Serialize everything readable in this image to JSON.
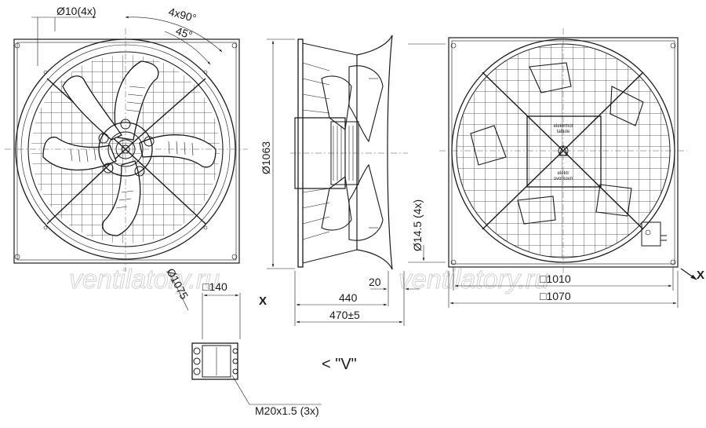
{
  "dimensions": {
    "bolt_hole": "Ø10(4x)",
    "angle_4x90": "4x90°",
    "angle_45": "45°",
    "ring_diameter": "Ø1063",
    "bolt_circle": "Ø1075",
    "terminal_box_width": "□140",
    "depth_440": "440",
    "flange_20": "20",
    "depth_470": "470±5",
    "slot_hole": "Ø14.5 (4x)",
    "inner_square": "□1010",
    "outer_square": "□1070",
    "cable_gland": "M20x1.5 (3x)"
  },
  "view_labels": {
    "x_left": "X",
    "x_right": "X",
    "view_v": "< \"V\""
  },
  "watermark": "ventilatory.ru",
  "rating_plate": {
    "line1": "elektrmot",
    "line2": "tabule",
    "line3": "elektr",
    "line4": "svorkovn"
  },
  "colors": {
    "line": "#1a1a1a",
    "watermark": "#d2d2d2"
  }
}
